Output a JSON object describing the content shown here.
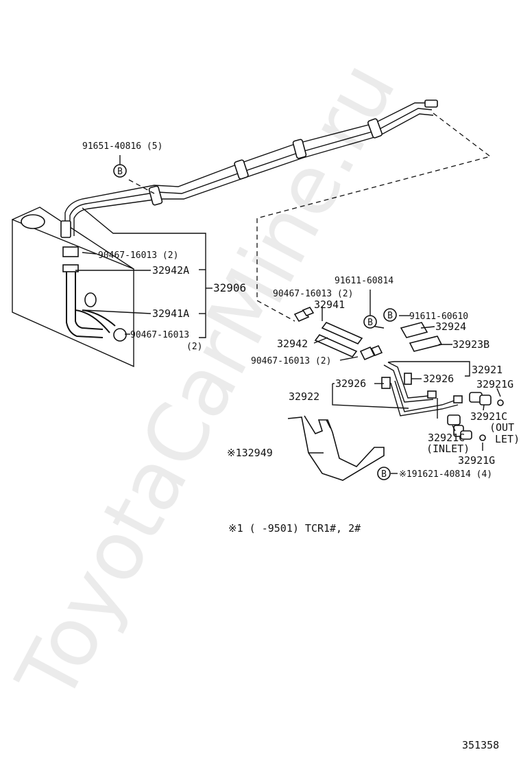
{
  "watermark": "ToyotaCarMine.ru",
  "labels": {
    "p91651": "91651-40816 (5)",
    "p90467_top": "90467-16013 (2)",
    "p32942A": "32942A",
    "p32906": "32906",
    "p32941A": "32941A",
    "p90467_left": "90467-16013",
    "p90467_left_qty": "(2)",
    "p91611_60814": "91611-60814",
    "p90467_mid": "90467-16013 (2)",
    "p32941": "32941",
    "p91611_60610": "91611-60610",
    "p32924": "32924",
    "p32923B": "32923B",
    "p32942": "32942",
    "p90467_low": "90467-16013 (2)",
    "p32921": "32921",
    "p32926_a": "32926",
    "p32926_b": "32926",
    "p32921G_a": "32921G",
    "p32922": "32922",
    "p32921C_a": "32921C",
    "outlet_1": "(OUT",
    "outlet_2": "LET)",
    "p32921C_b": "32921C",
    "inlet": "(INLET)",
    "p32921G_b": "32921G",
    "p132949": "※132949",
    "p191621": "※191621-40814 (4)",
    "b_marker": "B",
    "footnote": "※1 (      -9501) TCR1#, 2#",
    "figure_no": "351358"
  }
}
